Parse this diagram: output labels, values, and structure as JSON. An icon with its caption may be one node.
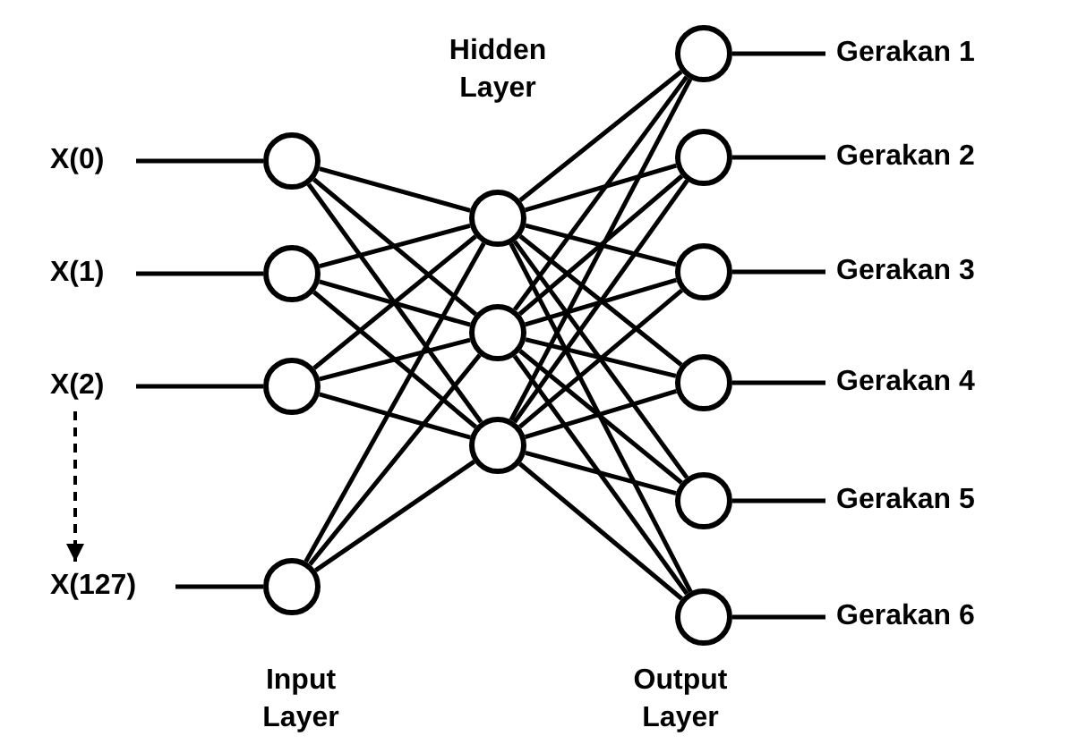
{
  "diagram": {
    "nodes": [
      {
        "text": [
          "X(0)"
        ]
      },
      {
        "text": [
          "X(1)"
        ]
      },
      {
        "text": [
          "X(2)"
        ]
      },
      {
        "text": [
          "X(127)"
        ]
      },
      {
        "text": [],
        "shape": "circle"
      },
      {
        "text": [],
        "shape": "circle"
      },
      {
        "text": [],
        "shape": "circle"
      },
      {
        "text": [],
        "shape": "circle"
      },
      {
        "text": [],
        "shape": "circle"
      },
      {
        "text": [],
        "shape": "circle"
      },
      {
        "text": [],
        "shape": "circle"
      },
      {
        "text": [],
        "shape": "circle"
      },
      {
        "text": [],
        "shape": "circle"
      },
      {
        "text": [],
        "shape": "circle"
      },
      {
        "text": [],
        "shape": "circle"
      },
      {
        "text": [],
        "shape": "circle"
      },
      {
        "text": [],
        "shape": "circle"
      },
      {
        "text": [
          "Gerakan 1"
        ]
      },
      {
        "text": [
          "Gerakan 2"
        ]
      },
      {
        "text": [
          "Gerakan 3"
        ]
      },
      {
        "text": [
          "Gerakan 4"
        ]
      },
      {
        "text": [
          "Gerakan 5"
        ]
      },
      {
        "text": [
          "Gerakan 6"
        ]
      }
    ],
    "edges": [
      {
        "from": 0,
        "to": 4,
        "arrow": "none"
      },
      {
        "from": 1,
        "to": 5,
        "arrow": "none"
      },
      {
        "from": 2,
        "to": 6,
        "arrow": "none"
      },
      {
        "from": 3,
        "to": 7,
        "arrow": "none"
      },
      {
        "from": 2,
        "to": 3,
        "arrow": "to",
        "style": "dashed"
      },
      {
        "from": 4,
        "to": 8,
        "arrow": "none"
      },
      {
        "from": 4,
        "to": 9,
        "arrow": "none"
      },
      {
        "from": 4,
        "to": 10,
        "arrow": "none"
      },
      {
        "from": 5,
        "to": 8,
        "arrow": "none"
      },
      {
        "from": 5,
        "to": 9,
        "arrow": "none"
      },
      {
        "from": 5,
        "to": 10,
        "arrow": "none"
      },
      {
        "from": 6,
        "to": 8,
        "arrow": "none"
      },
      {
        "from": 6,
        "to": 9,
        "arrow": "none"
      },
      {
        "from": 6,
        "to": 10,
        "arrow": "none"
      },
      {
        "from": 7,
        "to": 8,
        "arrow": "none"
      },
      {
        "from": 7,
        "to": 9,
        "arrow": "none"
      },
      {
        "from": 7,
        "to": 10,
        "arrow": "none"
      },
      {
        "from": 8,
        "to": 11,
        "arrow": "none"
      },
      {
        "from": 8,
        "to": 12,
        "arrow": "none"
      },
      {
        "from": 8,
        "to": 13,
        "arrow": "none"
      },
      {
        "from": 8,
        "to": 14,
        "arrow": "none"
      },
      {
        "from": 8,
        "to": 15,
        "arrow": "none"
      },
      {
        "from": 8,
        "to": 16,
        "arrow": "none"
      },
      {
        "from": 9,
        "to": 11,
        "arrow": "none"
      },
      {
        "from": 9,
        "to": 12,
        "arrow": "none"
      },
      {
        "from": 9,
        "to": 13,
        "arrow": "none"
      },
      {
        "from": 9,
        "to": 14,
        "arrow": "none"
      },
      {
        "from": 9,
        "to": 15,
        "arrow": "none"
      },
      {
        "from": 9,
        "to": 16,
        "arrow": "none"
      },
      {
        "from": 10,
        "to": 11,
        "arrow": "none"
      },
      {
        "from": 10,
        "to": 12,
        "arrow": "none"
      },
      {
        "from": 10,
        "to": 13,
        "arrow": "none"
      },
      {
        "from": 10,
        "to": 14,
        "arrow": "none"
      },
      {
        "from": 10,
        "to": 15,
        "arrow": "none"
      },
      {
        "from": 10,
        "to": 16,
        "arrow": "none"
      },
      {
        "from": 11,
        "to": 17,
        "arrow": "none"
      },
      {
        "from": 12,
        "to": 18,
        "arrow": "none"
      },
      {
        "from": 13,
        "to": 19,
        "arrow": "none"
      },
      {
        "from": 14,
        "to": 20,
        "arrow": "none"
      },
      {
        "from": 15,
        "to": 21,
        "arrow": "none"
      },
      {
        "from": 16,
        "to": 22,
        "arrow": "none"
      }
    ],
    "labels": [
      "Hidden Layer",
      "Input Layer",
      "Output Layer"
    ]
  }
}
